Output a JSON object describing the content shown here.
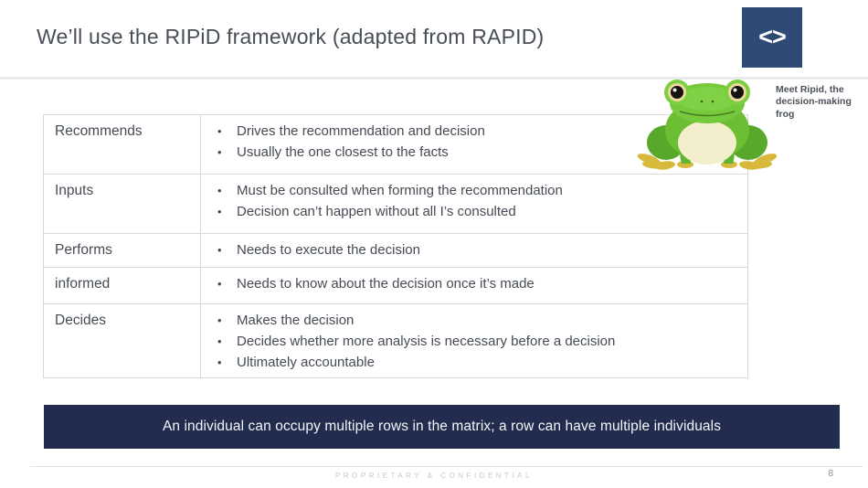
{
  "header": {
    "title": "We’ll use the RIPiD framework (adapted from RAPID)",
    "logo_glyph": "<>"
  },
  "frog": {
    "caption": "Meet Ripid, the decision-making frog"
  },
  "table": {
    "bullet_char": "•",
    "rows": [
      {
        "term": "Recommends",
        "bullets": [
          "Drives the recommendation and decision",
          "Usually the one closest to the facts"
        ]
      },
      {
        "term": "Inputs",
        "bullets": [
          "Must be consulted when forming the recommendation",
          "Decision can’t happen without all I’s consulted"
        ]
      },
      {
        "term": "Performs",
        "bullets": [
          "Needs to execute the decision"
        ]
      },
      {
        "term": "informed",
        "bullets": [
          "Needs to know about the decision once it’s made"
        ]
      },
      {
        "term": "Decides",
        "bullets": [
          "Makes the decision",
          "Decides whether more analysis is necessary before a decision",
          "Ultimately accountable"
        ]
      }
    ]
  },
  "banner": {
    "text": "An individual can occupy multiple rows in the matrix; a row can have multiple individuals"
  },
  "footer": {
    "label": "PROPRIETARY & CONFIDENTIAL",
    "page_number": "8"
  },
  "colors": {
    "logo_navy": "#2d4b74",
    "banner_navy": "#212c4f",
    "text_dark": "#454b54",
    "table_border": "#d9d9d9",
    "footer_gray": "#c9c9c9",
    "frog_green": "#6cbe33"
  }
}
